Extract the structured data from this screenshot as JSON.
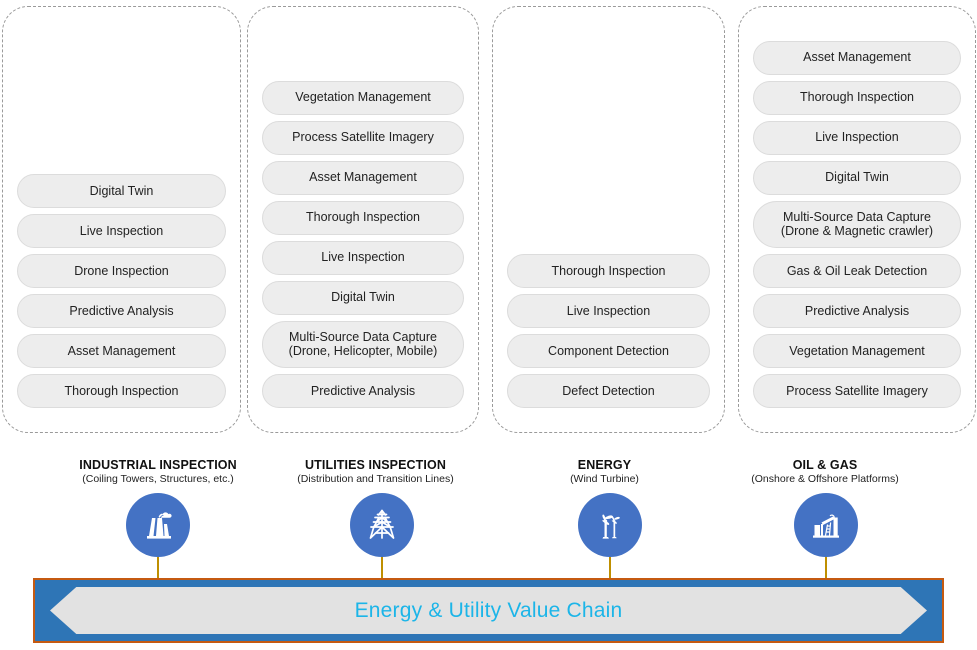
{
  "theme": {
    "pill_bg": "#ededed",
    "pill_border": "#dcdcdc",
    "card_border": "#9a9a9a",
    "icon_circle": "#4472C4",
    "connector": "#bf8f00",
    "banner_bg": "#2E75B6",
    "banner_border": "#C55A11",
    "banner_arrow_bg": "#E2E2E2",
    "banner_text": "#1CB5E8"
  },
  "columns": [
    {
      "id": "industrial-inspection",
      "capabilities": [
        "Digital Twin",
        "Live Inspection",
        "Drone Inspection",
        "Predictive Analysis",
        "Asset Management",
        "Thorough Inspection"
      ]
    },
    {
      "id": "utilities-inspection",
      "capabilities": [
        "Vegetation Management",
        "Process Satellite Imagery",
        "Asset Management",
        "Thorough Inspection",
        "Live Inspection",
        "Digital Twin",
        "Multi-Source Data Capture\n(Drone, Helicopter, Mobile)",
        "Predictive Analysis"
      ]
    },
    {
      "id": "energy",
      "capabilities": [
        "Thorough Inspection",
        "Live Inspection",
        "Component Detection",
        "Defect Detection"
      ]
    },
    {
      "id": "oil-and-gas",
      "capabilities": [
        "Asset Management",
        "Thorough Inspection",
        "Live Inspection",
        "Digital Twin",
        "Multi-Source Data Capture\n(Drone & Magnetic crawler)",
        "Gas & Oil Leak Detection",
        "Predictive Analysis",
        "Vegetation Management",
        "Process Satellite Imagery"
      ]
    }
  ],
  "segments": [
    {
      "id": "industrial-inspection",
      "title": "INDUSTRIAL INSPECTION",
      "subtitle": "(Coiling Towers, Structures, etc.)",
      "icon": "cooling-tower-icon"
    },
    {
      "id": "utilities-inspection",
      "title": "UTILITIES INSPECTION",
      "subtitle": "(Distribution and Transition Lines)",
      "icon": "transmission-tower-icon"
    },
    {
      "id": "energy",
      "title": "ENERGY",
      "subtitle": "(Wind Turbine)",
      "icon": "wind-turbine-icon"
    },
    {
      "id": "oil-and-gas",
      "title": "OIL & GAS",
      "subtitle": "(Onshore & Offshore Platforms)",
      "icon": "pumpjack-icon"
    }
  ],
  "banner": {
    "label": "Energy & Utility Value Chain"
  }
}
